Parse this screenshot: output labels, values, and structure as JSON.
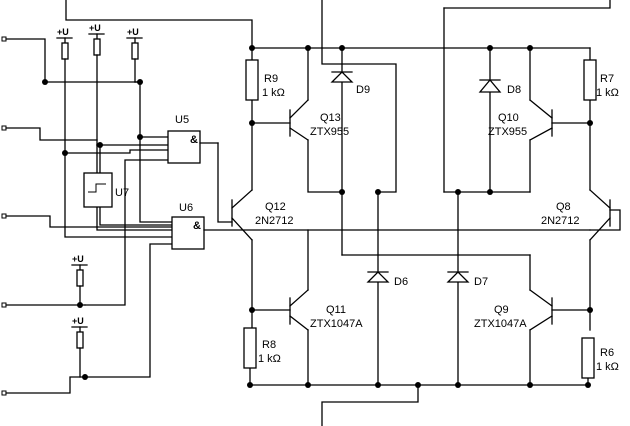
{
  "supply": {
    "label": "+U"
  },
  "resistors": [
    {
      "ref": "R9",
      "value": "1 kΩ"
    },
    {
      "ref": "R7",
      "value": "1 kΩ"
    },
    {
      "ref": "R8",
      "value": "1 kΩ"
    },
    {
      "ref": "R6",
      "value": "1 kΩ"
    }
  ],
  "transistors": [
    {
      "ref": "Q13",
      "part": "ZTX955"
    },
    {
      "ref": "Q10",
      "part": "ZTX955"
    },
    {
      "ref": "Q12",
      "part": "2N2712"
    },
    {
      "ref": "Q8",
      "part": "2N2712"
    },
    {
      "ref": "Q11",
      "part": "ZTX1047A"
    },
    {
      "ref": "Q9",
      "part": "ZTX1047A"
    }
  ],
  "diodes": [
    "D9",
    "D8",
    "D6",
    "D7"
  ],
  "ics": [
    {
      "ref": "U5",
      "symbol": "&"
    },
    {
      "ref": "U6",
      "symbol": "&"
    },
    {
      "ref": "U7"
    }
  ]
}
